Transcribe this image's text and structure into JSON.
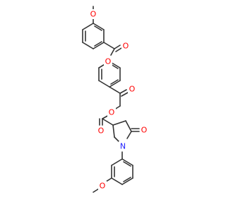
{
  "colors": {
    "bond": "#333333",
    "oxygen": "#ff0000",
    "nitrogen": "#2020ff",
    "background": "#ffffff"
  },
  "atom_labels": {
    "o_methoxy_top": "O",
    "o_carbonyl_top": "O",
    "o_ester_top": "O",
    "o_ketone": "O",
    "o_ester_mid": "O",
    "o_carbonyl_mid": "O",
    "o_lactam": "O",
    "n_pyrrolidine": "N",
    "o_methoxy_bottom": "O"
  }
}
